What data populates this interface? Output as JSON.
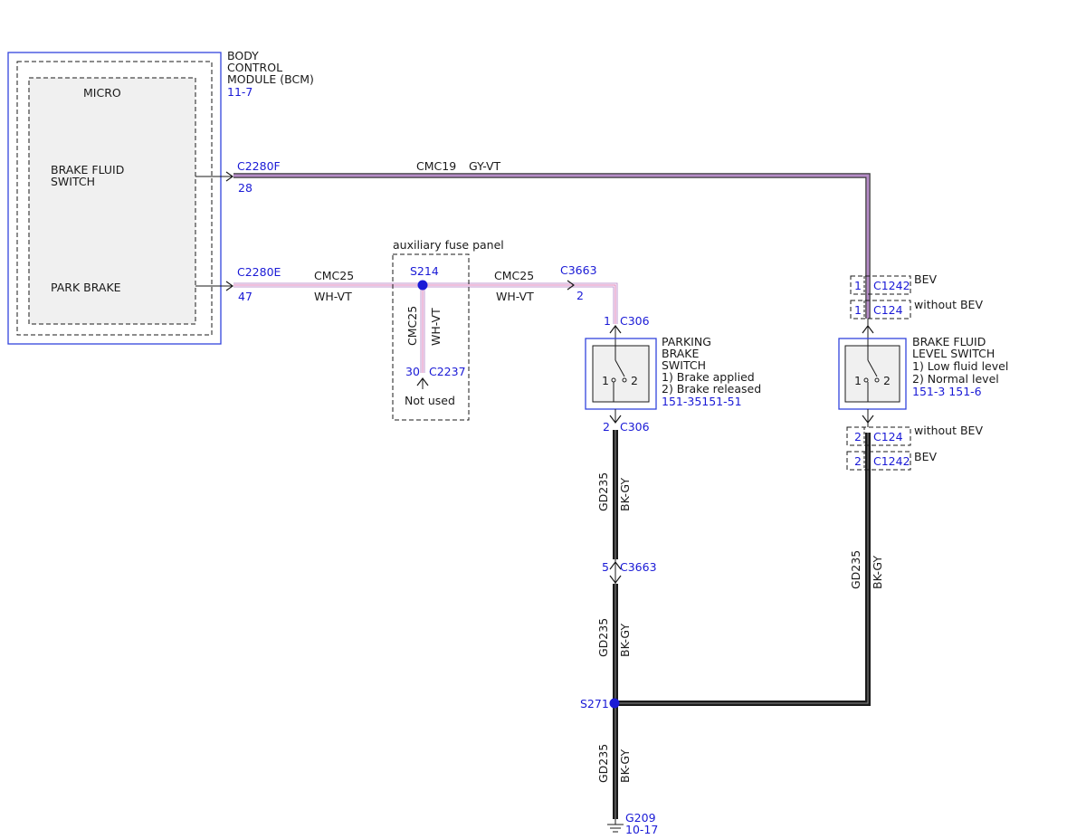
{
  "bcm": {
    "title_line1": "BODY",
    "title_line2": "CONTROL",
    "title_line3": "MODULE (BCM)",
    "ref": "11-7",
    "micro_label": "MICRO",
    "brake_fluid_line1": "BRAKE FLUID",
    "brake_fluid_line2": "SWITCH",
    "park_brake": "PARK BRAKE",
    "pin_f_connector": "C2280F",
    "pin_f_number": "28",
    "pin_e_connector": "C2280E",
    "pin_e_number": "47"
  },
  "wires": {
    "cmc19_circuit": "CMC19",
    "cmc19_color": "GY-VT",
    "cmc25_left_circuit": "CMC25",
    "cmc25_left_color": "WH-VT",
    "cmc25_right_circuit": "CMC25",
    "cmc25_right_color": "WH-VT",
    "cmc25_vert_circuit": "CMC25",
    "cmc25_vert_color": "WH-VT",
    "gd235_circuit": "GD235",
    "gd235_color": "BK-GY"
  },
  "fuse_panel": {
    "label": "auxiliary fuse panel",
    "splice": "S214",
    "pin_number": "30",
    "pin_connector": "C2237",
    "not_used": "Not used"
  },
  "parking_brake_switch": {
    "in_connector": "C3663",
    "in_pin": "2",
    "top_pin": "1",
    "top_connector": "C306",
    "title_line1": "PARKING",
    "title_line2": "BRAKE",
    "title_line3": "SWITCH",
    "state1": "1) Brake applied",
    "state2": "2) Brake released",
    "ref": "151-35151-51",
    "contact1": "1",
    "contact2": "2",
    "bottom_pin": "2",
    "bottom_connector": "C306",
    "inline_pin": "5",
    "inline_connector": "C3663",
    "splice": "S271"
  },
  "fluid_level_switch": {
    "c1242_top_pin": "1",
    "c1242_top": "C1242",
    "bev_top": "BEV",
    "c124_top_pin": "1",
    "c124_top": "C124",
    "without_bev_top": "without BEV",
    "title_line1": "BRAKE FLUID",
    "title_line2": "LEVEL SWITCH",
    "state1": "1) Low fluid level",
    "state2": "2) Normal level",
    "ref": "151-3 151-6",
    "contact1": "1",
    "contact2": "2",
    "c124_bot_pin": "2",
    "c124_bot": "C124",
    "without_bev_bot": "without BEV",
    "c1242_bot_pin": "2",
    "c1242_bot": "C1242",
    "bev_bot": "BEV"
  },
  "ground": {
    "name": "G209",
    "ref": "10-17"
  },
  "colors": {
    "connector_blue": "#1a1ad6",
    "box_blue": "#3344dd",
    "gy_vt_wire": "#b58cc7",
    "wh_vt_stripe": "#e07fb8",
    "bk_gy_wire": "#1a1a1a"
  }
}
